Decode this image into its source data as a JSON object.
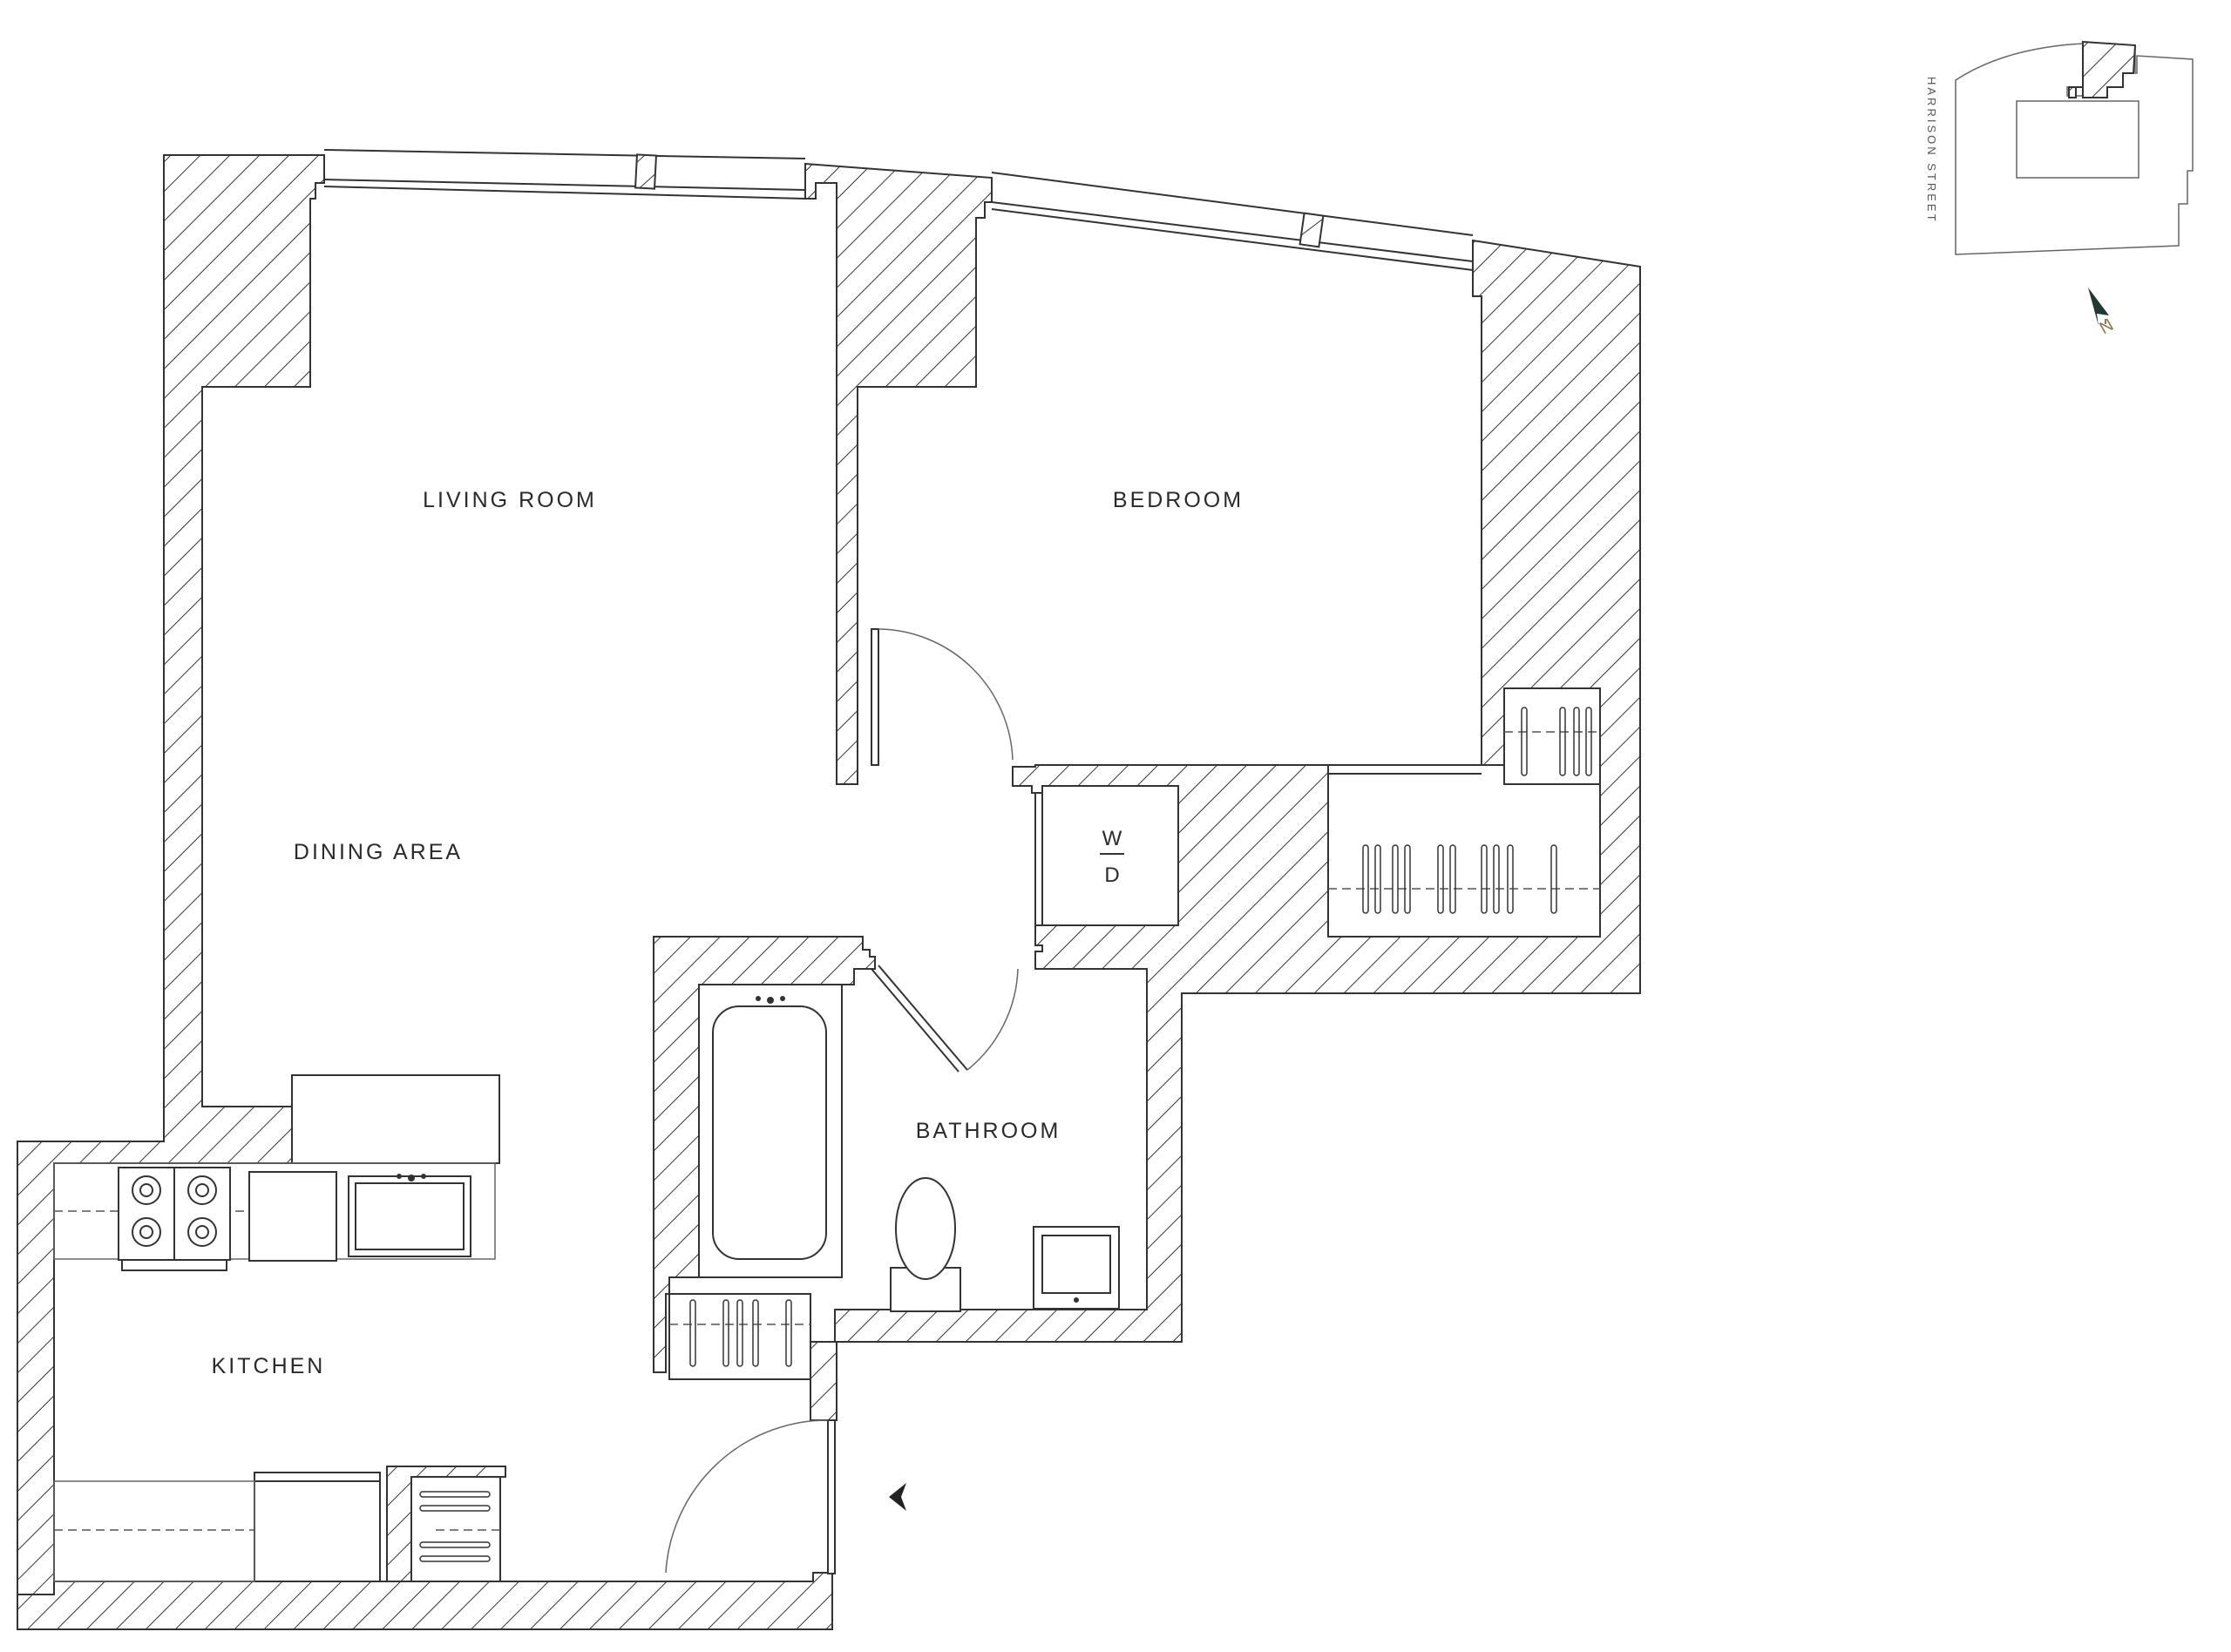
{
  "rooms": {
    "living_room": "LIVING ROOM",
    "bedroom": "BEDROOM",
    "dining_area": "DINING AREA",
    "bathroom": "BATHROOM",
    "kitchen": "KITCHEN"
  },
  "washer_dryer": {
    "top": "W",
    "bottom": "D"
  },
  "key_plan": {
    "street": "HARRISON STREET",
    "north": "N"
  },
  "colors": {
    "wall_stroke": "#333333",
    "hatch": "#333333",
    "north_arrow": "#1f3a33",
    "north_label": "#8a7a50"
  },
  "icons": {
    "entry_marker": "entry-arrow-icon",
    "north_arrow": "north-arrow-icon"
  }
}
